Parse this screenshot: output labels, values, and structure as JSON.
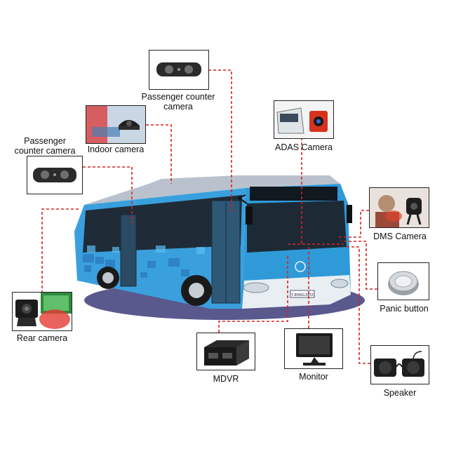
{
  "labels": {
    "passenger_counter_top": "Passenger counter camera",
    "indoor": "Indoor camera",
    "passenger_counter_left": "Passenger counter camera",
    "adas": "ADAS Camera",
    "dms": "DMS Camera",
    "panic": "Panic button",
    "rear": "Rear camera",
    "mdvr": "MDVR",
    "monitor": "Monitor",
    "speaker": "Speaker"
  },
  "bus": {
    "plate": "TJRWGJ90X"
  },
  "colors": {
    "connector": "#d8221f",
    "bus_blue": "#3aa0dd",
    "bus_dark": "#1a2b3c",
    "frame": "#222222"
  },
  "icons": [
    "passenger-counter-device",
    "dome-camera",
    "adas-camera",
    "dms-camera",
    "panic-button",
    "rear-camera",
    "mdvr-box",
    "monitor-screen",
    "speaker-pair",
    "city-bus"
  ]
}
